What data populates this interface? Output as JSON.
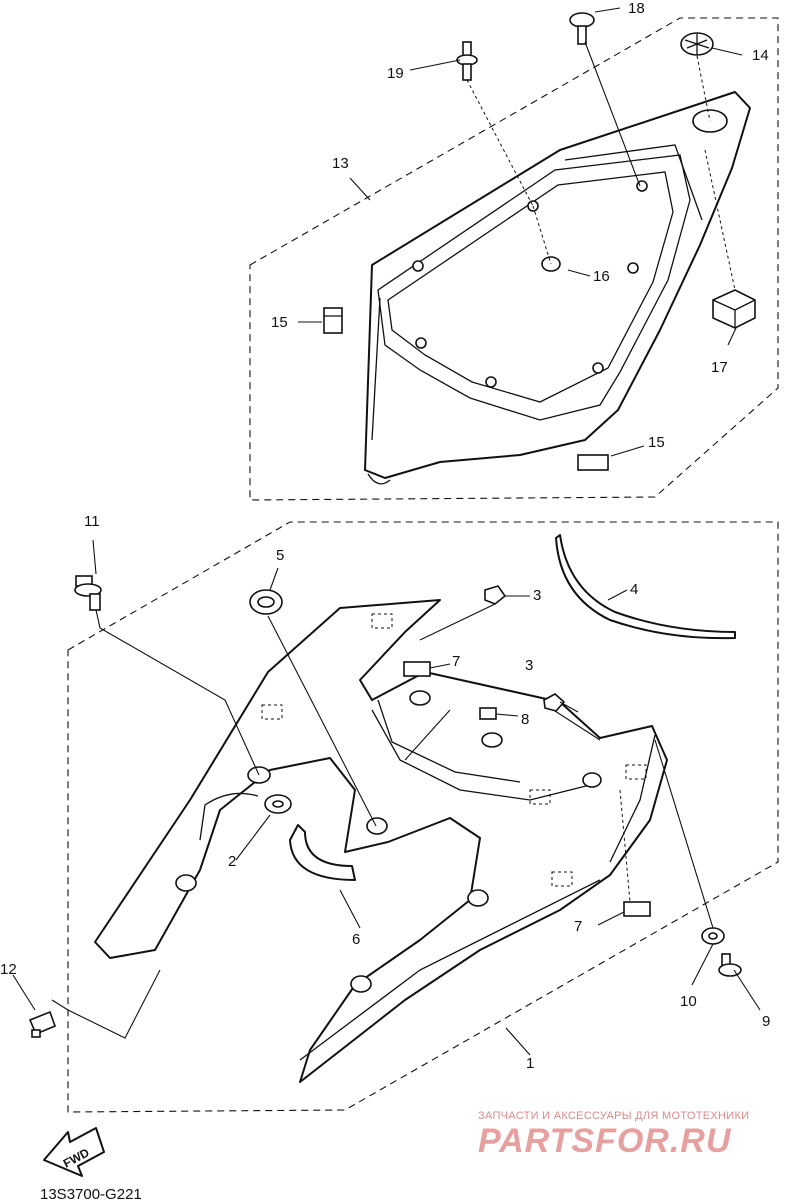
{
  "diagram_code": "13S3700-G221",
  "fwd_label": "FWD",
  "callouts": [
    "1",
    "2",
    "3",
    "3",
    "4",
    "5",
    "6",
    "7",
    "7",
    "8",
    "9",
    "10",
    "11",
    "12",
    "13",
    "14",
    "15",
    "15",
    "16",
    "17",
    "18",
    "19"
  ],
  "watermark": {
    "caption": "ЗАПЧАСТИ И АКСЕССУАРЫ ДЛЯ МОТОТЕХНИКИ",
    "logo_text": "PARTSFOR.RU",
    "color": "#e08a8a"
  },
  "colors": {
    "ink": "#111111",
    "paper": "#ffffff"
  }
}
